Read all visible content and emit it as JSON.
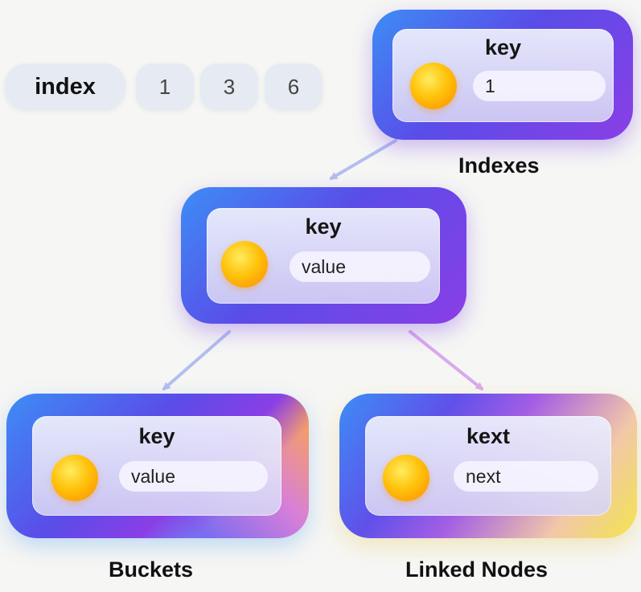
{
  "index_row": {
    "label": "index",
    "values": [
      "1",
      "3",
      "6"
    ]
  },
  "nodes": {
    "indexes": {
      "key": "key",
      "field": "1",
      "caption": "Indexes"
    },
    "middle": {
      "key": "key",
      "field": "value"
    },
    "buckets": {
      "key": "key",
      "field": "value",
      "caption": "Buckets"
    },
    "linked": {
      "key": "kext",
      "field": "next",
      "caption": "Linked Nodes"
    }
  },
  "colors": {
    "arrow": "#b3bef0",
    "arrow_pink": "#d9a9ee",
    "orb": "#ffb000"
  }
}
